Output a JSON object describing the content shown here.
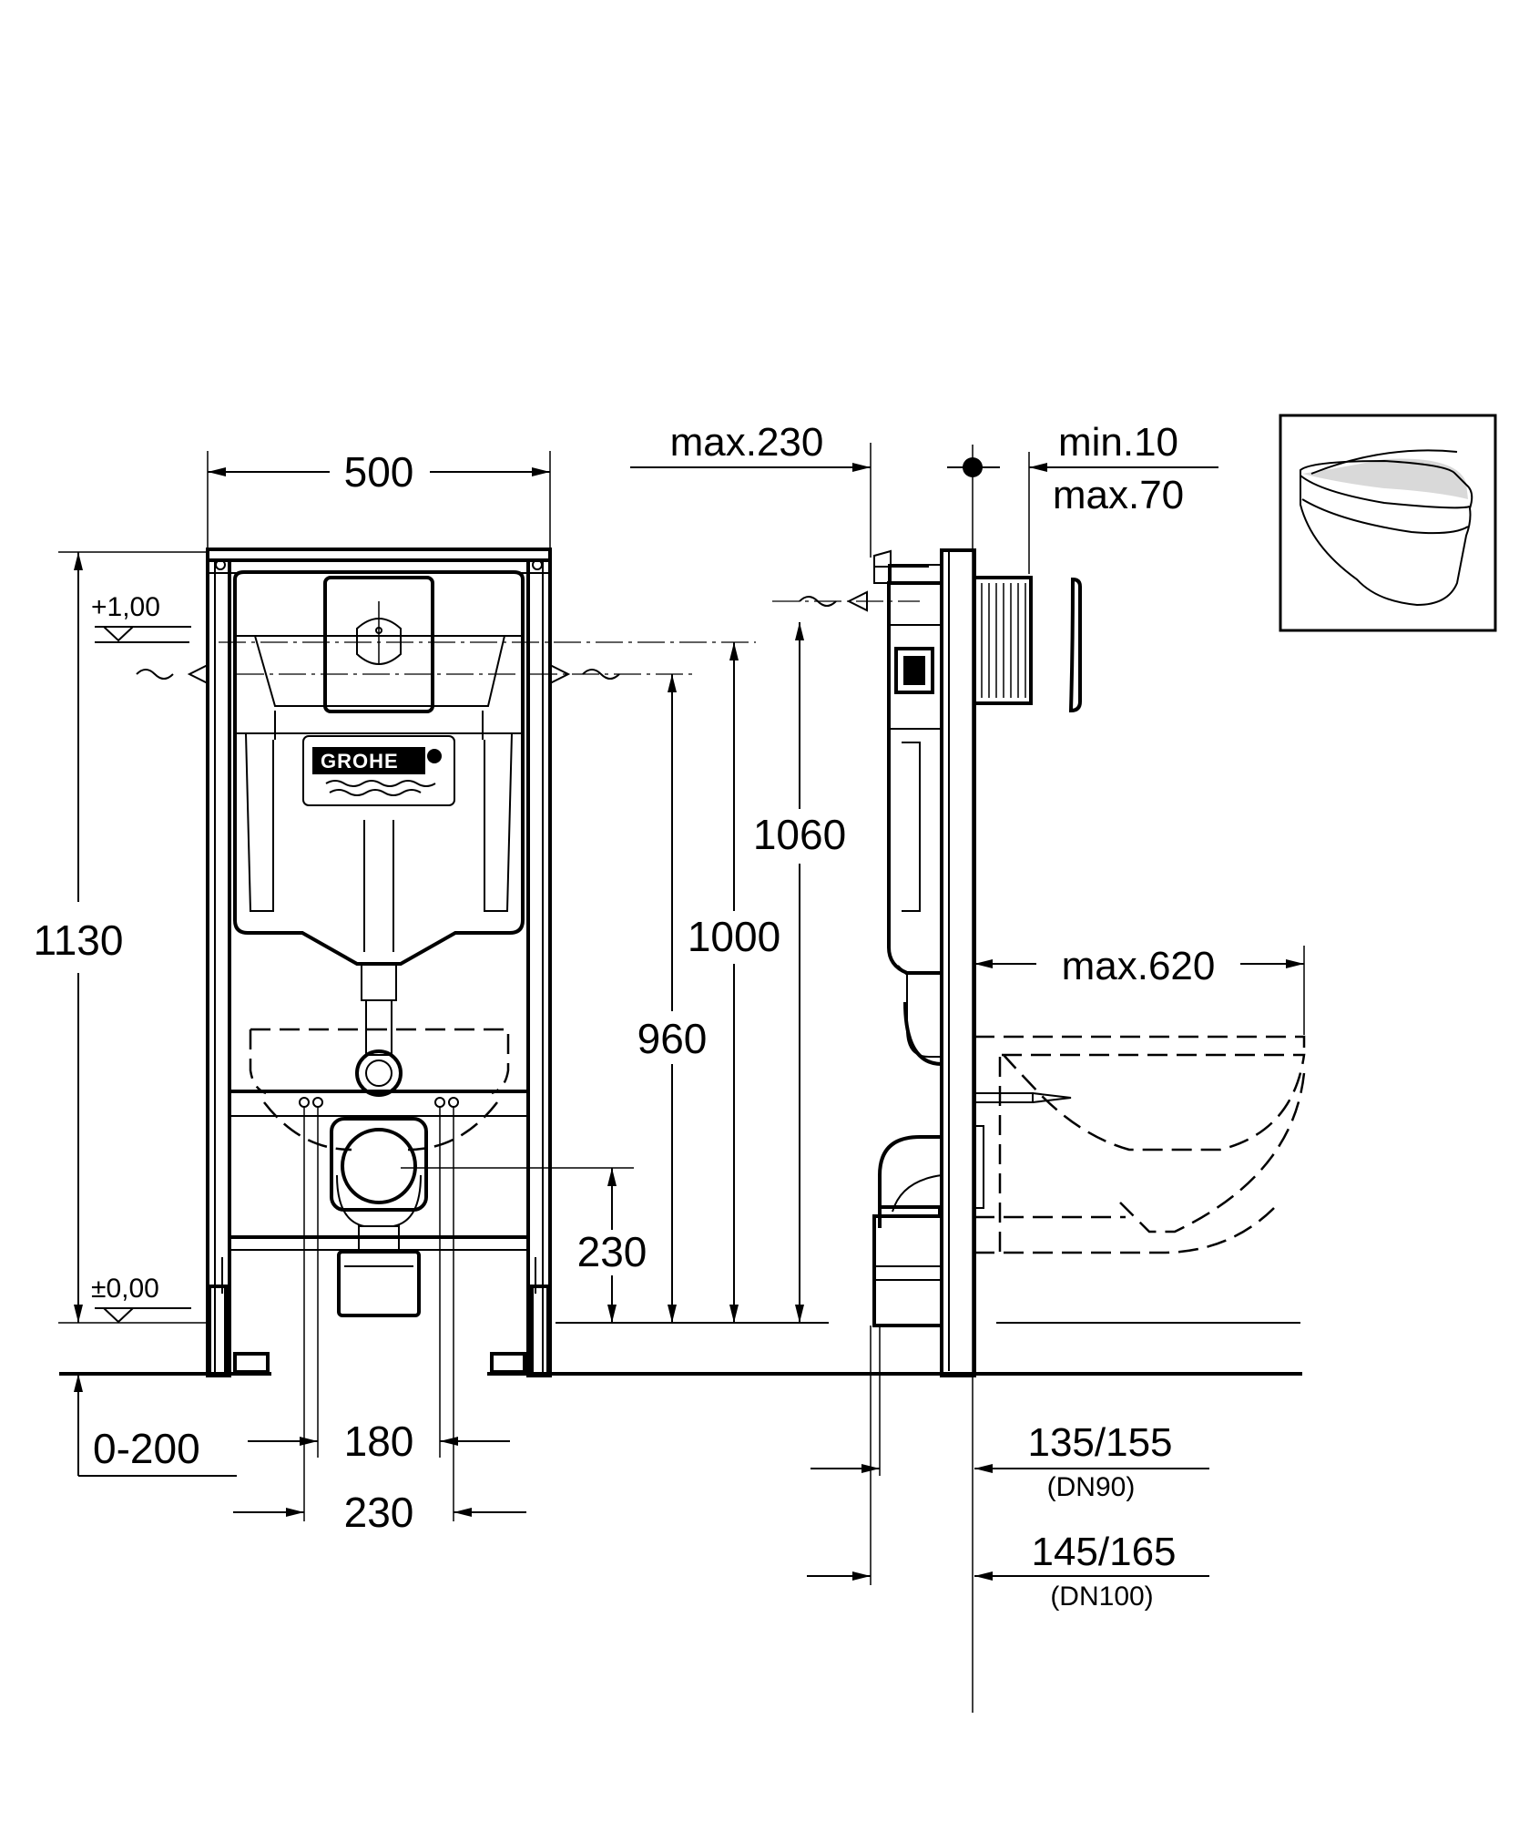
{
  "brand": {
    "logo_text": "GROHE"
  },
  "front_view": {
    "width": "500",
    "height": "1130",
    "level_top": "+1,00",
    "level_bottom": "±0,00",
    "height_1060": "1060",
    "height_1000": "1000",
    "height_960": "960",
    "outlet_height": "230",
    "floor_adjust": "0-200",
    "bolt_spacing_inner": "180",
    "bolt_spacing_outer": "230"
  },
  "side_view": {
    "inlet_offset": "max.230",
    "wall_min": "min.10",
    "wall_max": "max.70",
    "bowl_projection": "max.620",
    "depth_dn90": "135/155",
    "label_dn90": "(DN90)",
    "depth_dn100": "145/165",
    "label_dn100": "(DN100)"
  },
  "thumbnail": {
    "name": "wall-hung-toilet"
  }
}
